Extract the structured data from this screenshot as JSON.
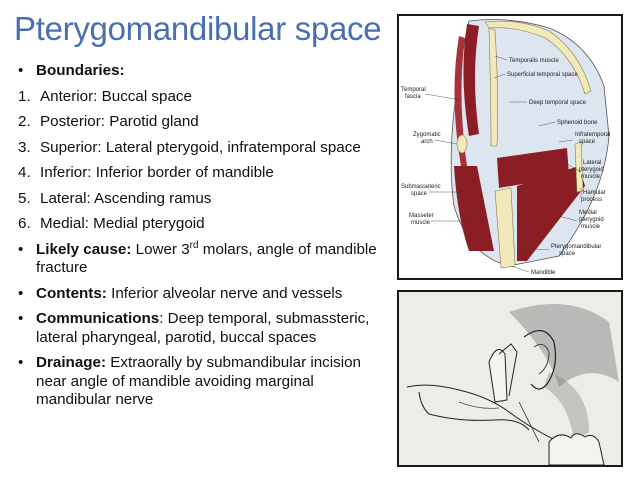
{
  "title": "Pterygomandibular space",
  "boundaries_heading": "Boundaries:",
  "boundaries": [
    {
      "num": "1.",
      "text": "Anterior: Buccal space"
    },
    {
      "num": "2.",
      "text": "Posterior: Parotid gland"
    },
    {
      "num": "3.",
      "text": "Superior: Lateral pterygoid, infratemporal space"
    },
    {
      "num": "4.",
      "text": "Inferior: Inferior border of mandible"
    },
    {
      "num": "5.",
      "text": "Lateral: Ascending ramus"
    },
    {
      "num": "6.",
      "text": "Medial: Medial pterygoid"
    }
  ],
  "likely_cause": {
    "label": "Likely cause:",
    "pre": " Lower 3",
    "sup": "rd",
    "post": " molars, angle of mandible fracture"
  },
  "contents": {
    "label": "Contents:",
    "text": " Inferior alveolar nerve and vessels"
  },
  "communications": {
    "label": "Communications",
    "text": ": Deep temporal, submassteric, lateral pharyngeal, parotid, buccal spaces"
  },
  "drainage": {
    "label": "Drainage:",
    "text": " Extraorally by submandibular incision near angle of mandible avoiding marginal mandibular nerve"
  },
  "diagram_labels": {
    "temporalis_muscle": "Temporalis muscle",
    "superficial_temporal_space": "Superficial temporal space",
    "temporal_fascia_1": "Temporal",
    "temporal_fascia_2": "fascia",
    "deep_temporal_space": "Deep temporal space",
    "sphenoid_bone": "Sphenoid bone",
    "zygomatic_arch_1": "Zygomatic",
    "zygomatic_arch_2": "arch",
    "infratemporal_space_1": "Infratemporal",
    "infratemporal_space_2": "space",
    "lateral_pterygoid_1": "Lateral",
    "lateral_pterygoid_2": "pterygoid",
    "lateral_pterygoid_3": "muscle",
    "submasseteric_space_1": "Submasseteric",
    "submasseteric_space_2": "space",
    "hamular_process_1": "Hamular",
    "hamular_process_2": "process",
    "masseter_muscle_1": "Masseter",
    "masseter_muscle_2": "muscle",
    "medial_pterygoid_1": "Medial",
    "medial_pterygoid_2": "pterygoid",
    "medial_pterygoid_3": "muscle",
    "pterygomandibular_space_1": "Pterygomandibular",
    "pterygomandibular_space_2": "space",
    "mandible": "Mandible"
  },
  "colors": {
    "title": "#4a6fb0",
    "muscle": "#8b1e24",
    "bone": "#f1e9bb",
    "space": "#c9d9ea"
  },
  "icons": {
    "bullet": "•"
  }
}
